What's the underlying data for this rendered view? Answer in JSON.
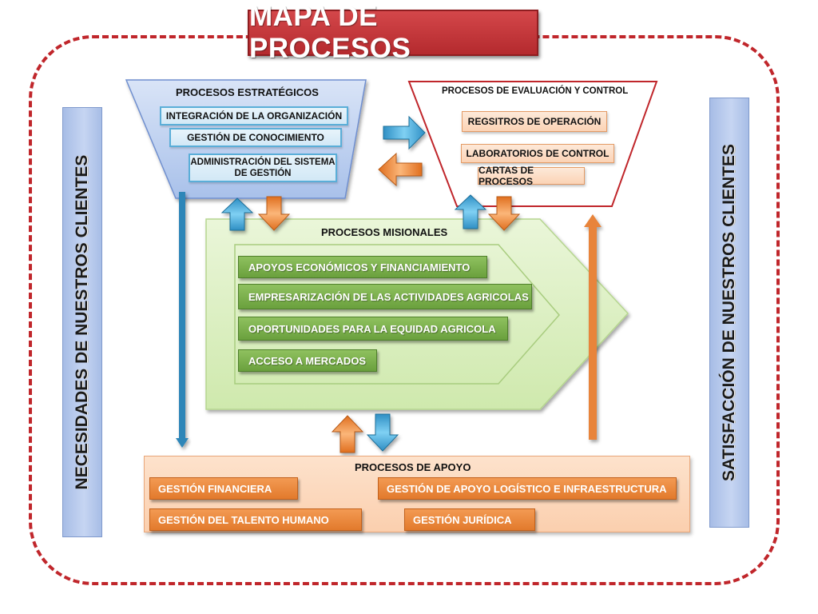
{
  "title": "MAPA DE PROCESOS",
  "left_bar": {
    "label": "NECESIDADES DE NUESTROS CLIENTES"
  },
  "right_bar": {
    "label": "SATISFACCIÓN DE NUESTROS CLIENTES"
  },
  "strategic": {
    "heading": "PROCESOS ESTRATÉGICOS",
    "items": [
      "INTEGRACIÓN DE LA ORGANIZACIÓN",
      "GESTIÓN DE CONOCIMIENTO",
      "ADMINISTRACIÓN DEL SISTEMA DE GESTIÓN"
    ]
  },
  "evaluation": {
    "heading": "PROCESOS DE EVALUACIÓN Y CONTROL",
    "items": [
      "REGSITROS DE OPERACIÓN",
      "LABORATORIOS DE CONTROL",
      "CARTAS DE PROCESOS"
    ]
  },
  "missional": {
    "heading": "PROCESOS MISIONALES",
    "items": [
      "APOYOS ECONÓMICOS Y FINANCIAMIENTO",
      "EMPRESARIZACIÓN DE LAS ACTIVIDADES AGRICOLAS",
      "OPORTUNIDADES PARA LA EQUIDAD AGRICOLA",
      "ACCESO A MERCADOS"
    ]
  },
  "support": {
    "heading": "PROCESOS DE APOYO",
    "items": [
      "GESTIÓN FINANCIERA",
      "GESTIÓN DE APOYO LOGÍSTICO E  INFRAESTRUCTURA",
      "GESTIÓN DEL TALENTO HUMANO",
      "GESTIÓN JURÍDICA"
    ]
  },
  "colors": {
    "frame": "#c0262b",
    "title_bg": "#c0373b",
    "blue": "#5aaed8",
    "green": "#7ab34c",
    "orange": "#e98a3f",
    "side_bar": "#b4c7ec"
  }
}
